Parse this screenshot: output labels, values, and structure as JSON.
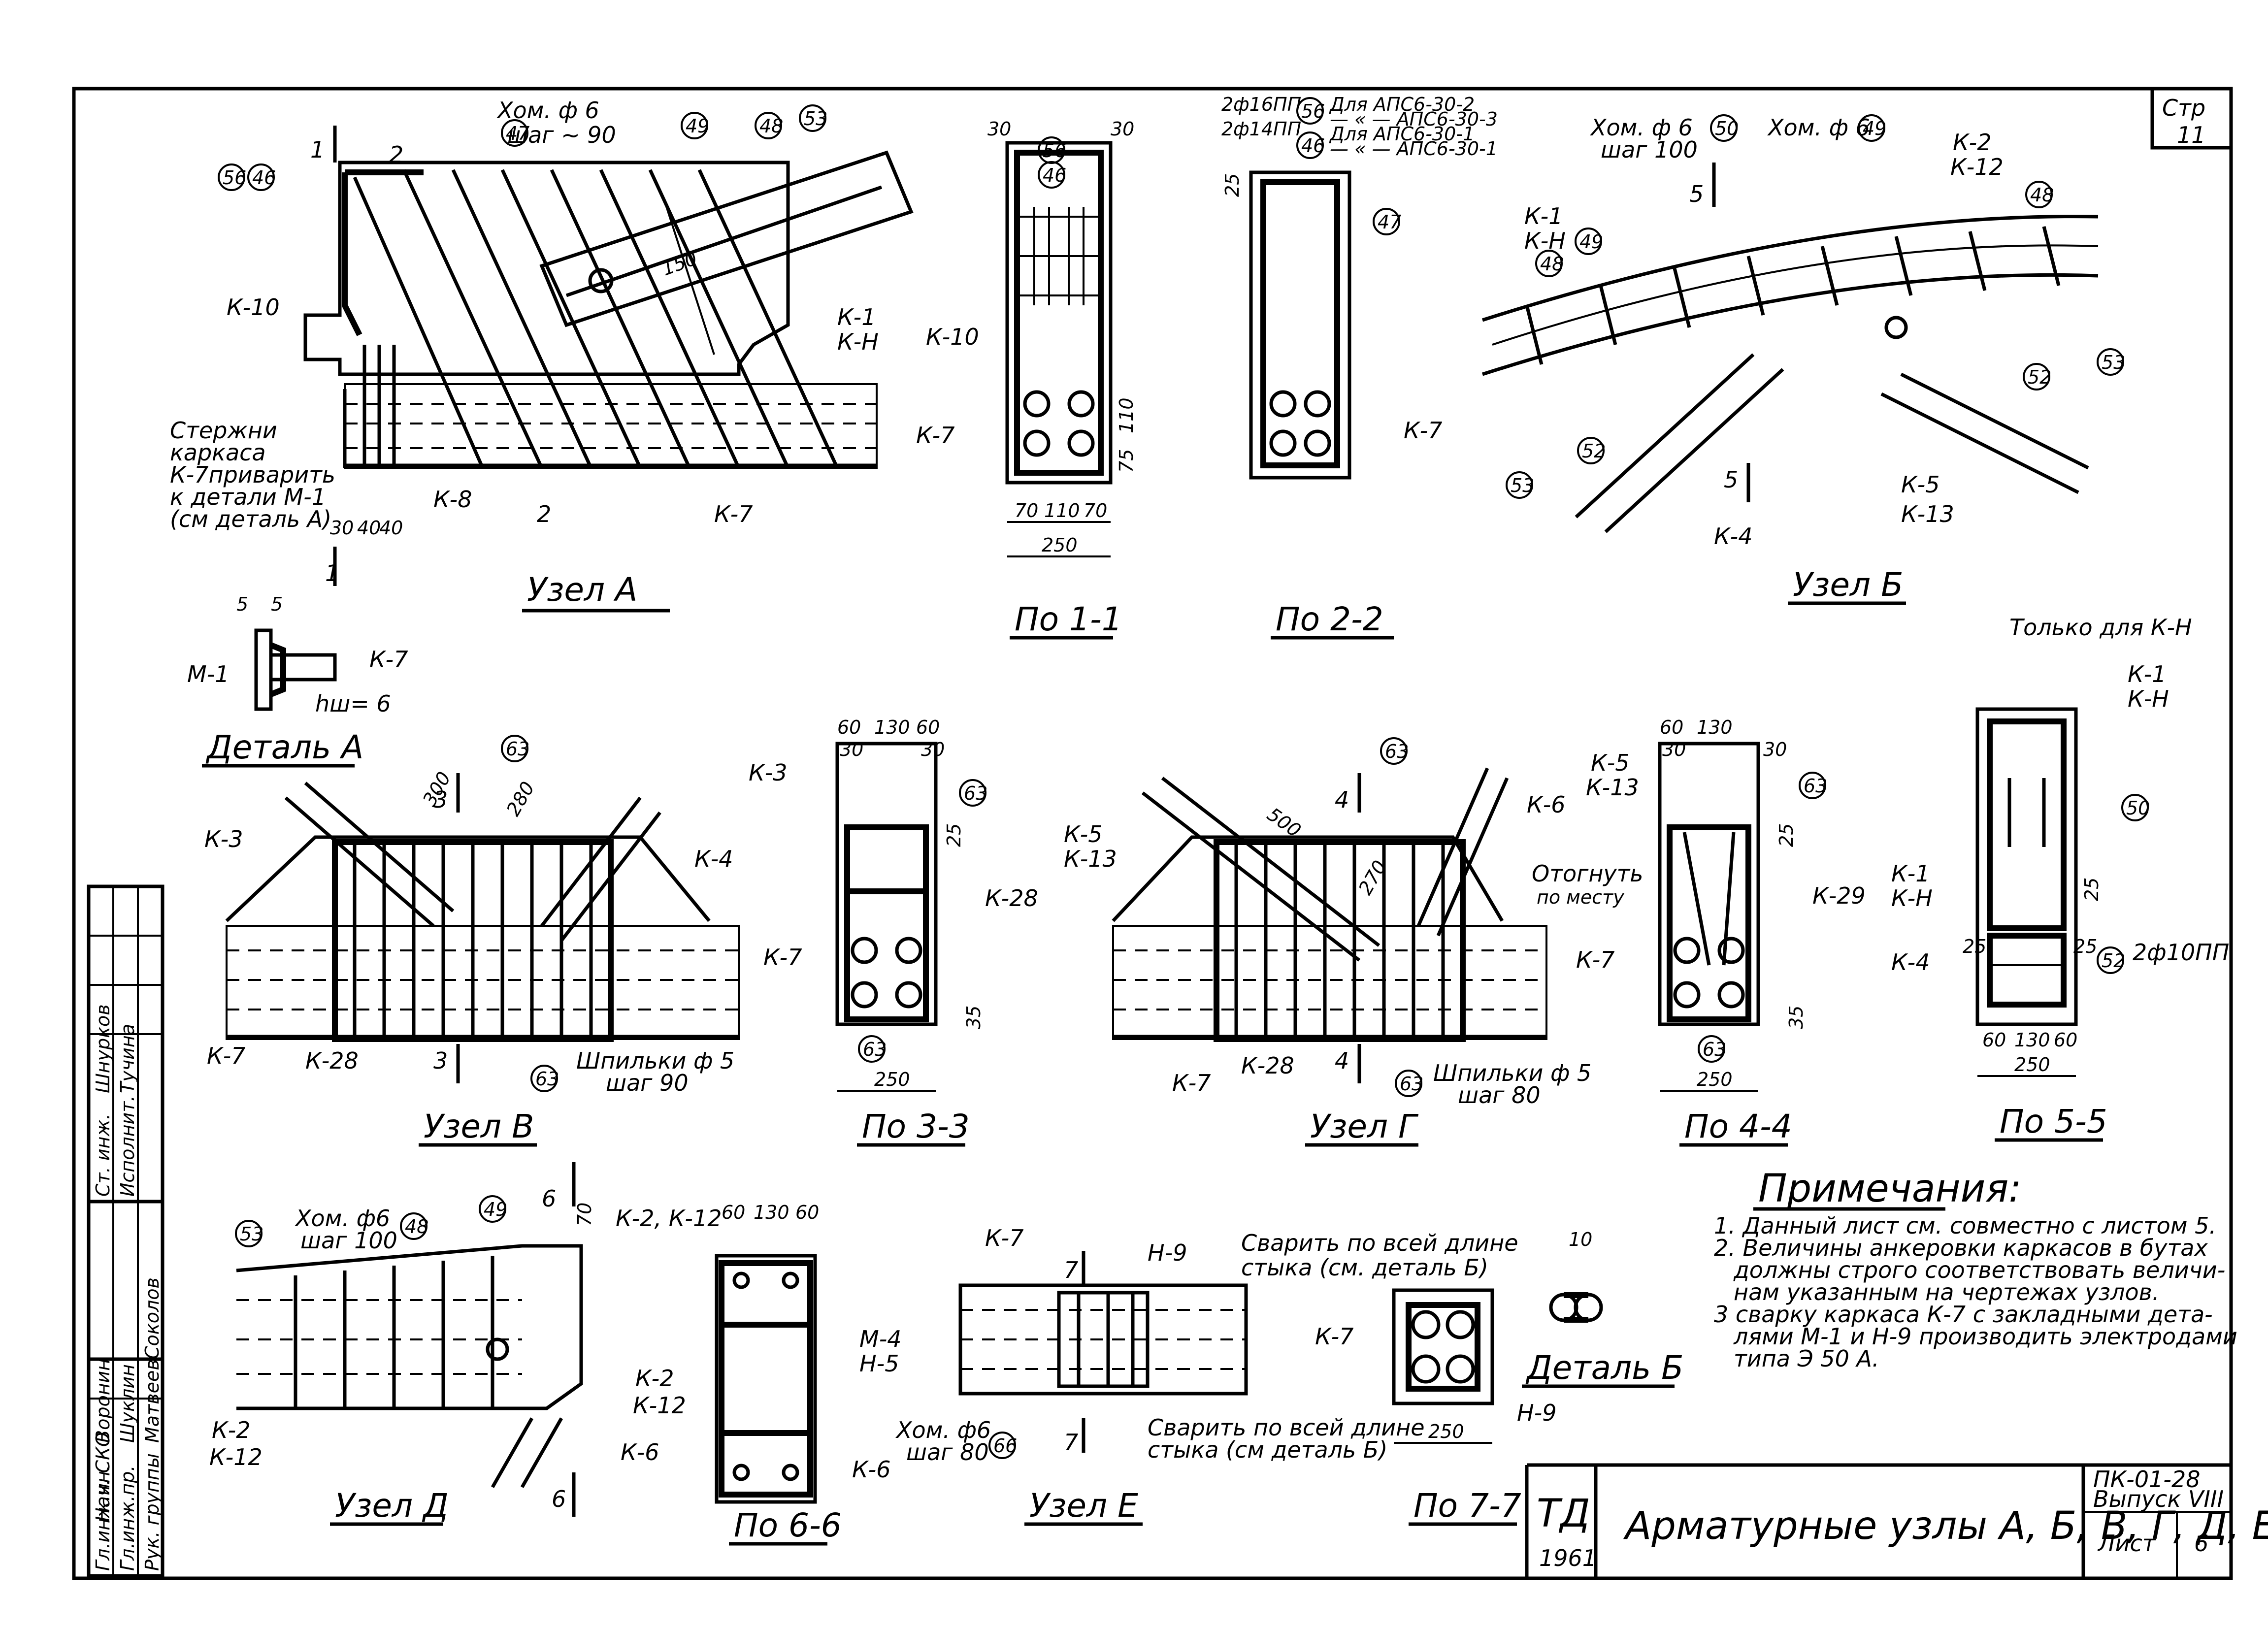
{
  "sheet": {
    "page_tag": "Стр",
    "page_number": "11",
    "title": "Арматурные узлы А, Б, В, Г, Д, Е",
    "doc_code": "ПК-01-28",
    "issue": "Выпуск VIII",
    "sheet_label": "Лист",
    "sheet_number": "6",
    "logo": "ТД",
    "year": "1961"
  },
  "stamp": {
    "roles": [
      "Гл.инж.ин.",
      "Нач. СКО",
      "Гл.инж.пр.",
      "Рук. группы",
      "Ст. инж.",
      "Исполнит."
    ],
    "names": [
      "Воронин",
      "Шуклин",
      "Матвеев",
      "Соколов",
      "Шнурков",
      "Тучина"
    ]
  },
  "views": {
    "uzel_a": {
      "title": "Узел А",
      "hom": "Хом. ф 6",
      "step": "шаг ~ 90",
      "marks": [
        "56",
        "46",
        "47",
        "49",
        "48",
        "53"
      ],
      "labels": [
        "К-10",
        "К-8",
        "К-7",
        "К-1",
        "К-Н"
      ],
      "note": [
        "Стержни",
        "каркаса",
        "К-7приварить",
        "к детали М-1",
        "(см деталь А)"
      ],
      "dims": [
        "30",
        "40",
        "40",
        "150"
      ],
      "sections": [
        "1",
        "2"
      ]
    },
    "po_1_1": {
      "title": "По 1-1",
      "marks": [
        "56",
        "46"
      ],
      "labels": [
        "К-10",
        "К-7"
      ],
      "dims": [
        "30",
        "30",
        "70",
        "110",
        "70",
        "250",
        "110",
        "75"
      ]
    },
    "po_2_2": {
      "title": "По 2-2",
      "notes": [
        "2ф16ПП",
        "2ф14ПП",
        "Для АПС6-30-2",
        "— « — АПС6-30-3",
        "Для АПС6-30-1",
        "— « — АПС6-30-1"
      ],
      "marks": [
        "56",
        "46",
        "47"
      ],
      "labels": [
        "К-7"
      ],
      "dims": [
        "25"
      ]
    },
    "uzel_b": {
      "title": "Узел Б",
      "hom1": "Хом. ф 6",
      "step1": "шаг 100",
      "hom2": "Хом. ф 6",
      "marks": [
        "50",
        "49",
        "48",
        "49",
        "52",
        "53",
        "48",
        "53",
        "52"
      ],
      "labels": [
        "К-2",
        "К-12",
        "К-1",
        "К-Н",
        "К-4",
        "К-5",
        "К-13"
      ],
      "sections": [
        "5"
      ]
    },
    "detal_a": {
      "title": "Деталь А",
      "labels": [
        "М-1",
        "К-7",
        "hш= 6"
      ],
      "dims": [
        "5",
        "5"
      ]
    },
    "uzel_v": {
      "title": "Узел В",
      "marks": [
        "63",
        "63"
      ],
      "labels": [
        "К-3",
        "К-4",
        "К-7",
        "К-28"
      ],
      "pins": "Шпильки ф 5",
      "step": "шаг 90",
      "dims": [
        "300",
        "280"
      ],
      "sections": [
        "3"
      ]
    },
    "po_3_3": {
      "title": "По 3-3",
      "marks": [
        "63",
        "63"
      ],
      "labels": [
        "К-3",
        "К-28",
        "К-7"
      ],
      "dims": [
        "60",
        "130",
        "60",
        "30",
        "30",
        "25",
        "35",
        "250"
      ]
    },
    "uzel_g": {
      "title": "Узел Г",
      "marks": [
        "63",
        "63"
      ],
      "labels": [
        "К-5",
        "К-13",
        "К-6",
        "К-7",
        "К-28"
      ],
      "pins": "Шпильки ф 5",
      "step": "шаг 80",
      "dims": [
        "500",
        "270"
      ],
      "sections": [
        "4"
      ]
    },
    "po_4_4": {
      "title": "По 4-4",
      "marks": [
        "63",
        "63"
      ],
      "labels": [
        "К-5",
        "К-13",
        "К-29",
        "К-7"
      ],
      "bend": [
        "Отогнуть",
        "по месту"
      ],
      "dims": [
        "60",
        "130",
        "30",
        "30",
        "25",
        "35",
        "250"
      ]
    },
    "po_5_5": {
      "title": "По 5-5",
      "note": "Только для К-Н",
      "marks": [
        "50",
        "52"
      ],
      "labels": [
        "К-1",
        "К-Н",
        "К-1",
        "К-Н",
        "К-4"
      ],
      "rebar": "2ф10ПП",
      "dims": [
        "25",
        "25",
        "25",
        "60",
        "130",
        "60",
        "250"
      ]
    },
    "uzel_d": {
      "title": "Узел Д",
      "hom": "Хом. ф6",
      "step": "шаг 100",
      "marks": [
        "53",
        "48",
        "49"
      ],
      "labels": [
        "К-2",
        "К-12",
        "К-6"
      ],
      "dims": [
        "70"
      ],
      "sections": [
        "6"
      ]
    },
    "po_6_6": {
      "title": "По 6-6",
      "labels": [
        "К-2, К-12",
        "К-2",
        "К-12",
        "М-4",
        "Н-5",
        "К-6"
      ],
      "dims": [
        "60",
        "130",
        "60"
      ]
    },
    "uzel_e": {
      "title": "Узел Е",
      "labels": [
        "К-7",
        "Н-9"
      ],
      "weld_top": [
        "Сварить по всей длине",
        "стыка (см. деталь Б)"
      ],
      "weld_bottom": [
        "Сварить по всей длине",
        "стыка (см деталь Б)"
      ],
      "hom": "Хом. ф6",
      "step": "шаг 80",
      "mark": "66",
      "sections": [
        "7"
      ]
    },
    "po_7_7": {
      "title": "По 7-7",
      "labels": [
        "К-7",
        "Н-9"
      ],
      "dims": [
        "250"
      ]
    },
    "detal_b": {
      "title": "Деталь Б",
      "dims": [
        "10"
      ]
    }
  },
  "notes": {
    "title": "Примечания:",
    "lines": [
      "1. Данный лист см. совместно с листом 5.",
      "2. Величины анкеровки каркасов в бутах",
      "должны строго соответствовать величи-",
      "нам указанным на чертежах узлов.",
      "3 сварку каркаса К-7 с закладными дета-",
      "лями М-1 и Н-9 производить электродами",
      "типа Э 50 А."
    ]
  }
}
